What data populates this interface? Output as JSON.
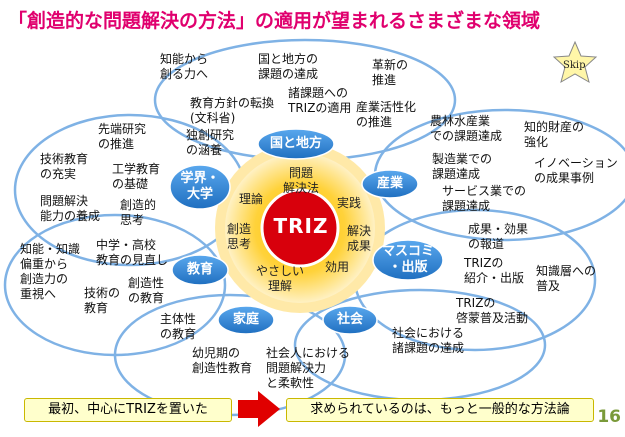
{
  "title": "「創造的な問題解決の方法」の適用が望まれるさまざまな領域",
  "skip": "Skip",
  "center": "TRIZ",
  "core_words": {
    "mondai_kaiketsuhou": "問題\n解決法",
    "riron": "理論",
    "jissen": "実践",
    "souzou_shikou": "創造\n思考",
    "kaiketsu_seika": "解決\n成果",
    "yasashii_riron": "やさしい\n理解",
    "kouyou": "効用"
  },
  "categories": {
    "kuni_chihou": "国と地方",
    "gakkai_daigaku": "学界・\n大学",
    "sangyou": "産業",
    "masukomi": "マスコミ\n・出版",
    "kyouiku": "教育",
    "katei": "家庭",
    "shakai": "社会"
  },
  "texts": {
    "t1": "知能から\n創る力へ",
    "t2": "国と地方の\n課題の達成",
    "t3": "革新の\n推進",
    "t4": "諸課題への\nTRIZの適用",
    "t5": "教育方針の転換\n(文科省)",
    "t6": "産業活性化\nの推進",
    "t7": "先端研究\nの推進",
    "t8": "独創研究\nの涵養",
    "t9": "技術教育\nの充実",
    "t10": "工学教育\nの基礎",
    "t11": "問題解決\n能力の養成",
    "t12": "創造的\n思考",
    "t13": "農林水産業\nでの課題達成",
    "t14": "知的財産の\n強化",
    "t15": "製造業での\n課題達成",
    "t16": "イノベーション\nの成果事例",
    "t17": "サービス業での\n課題達成",
    "t18": "知能・知識\n偏重から\n創造力の\n重視へ",
    "t19": "中学・高校\n教育の見直し",
    "t20": "技術の\n教育",
    "t21": "創造性\nの教育",
    "t22": "成果・効果\nの報道",
    "t23": "TRIZの\n紹介・出版",
    "t24": "知識層への\n普及",
    "t25": "TRIZの\n啓蒙普及活動",
    "t26": "主体性\nの教育",
    "t27": "幼児期の\n創造性教育",
    "t28": "社会人における\n問題解決力\nと柔軟性",
    "t29": "社会における\n諸課題の達成"
  },
  "bottom": {
    "left": "最初、中心にTRIZを置いた",
    "right": "求められているのは、もっと一般的な方法論"
  },
  "page_number": "16",
  "colors": {
    "title": "#e0006e",
    "bubble_outline": "#7fb2e5",
    "category_fill": "#2f86d6",
    "core_outer": "#ffd978",
    "core_inner": "#ffc300",
    "center_fill": "#d8000c",
    "arrow": "#e00000"
  }
}
